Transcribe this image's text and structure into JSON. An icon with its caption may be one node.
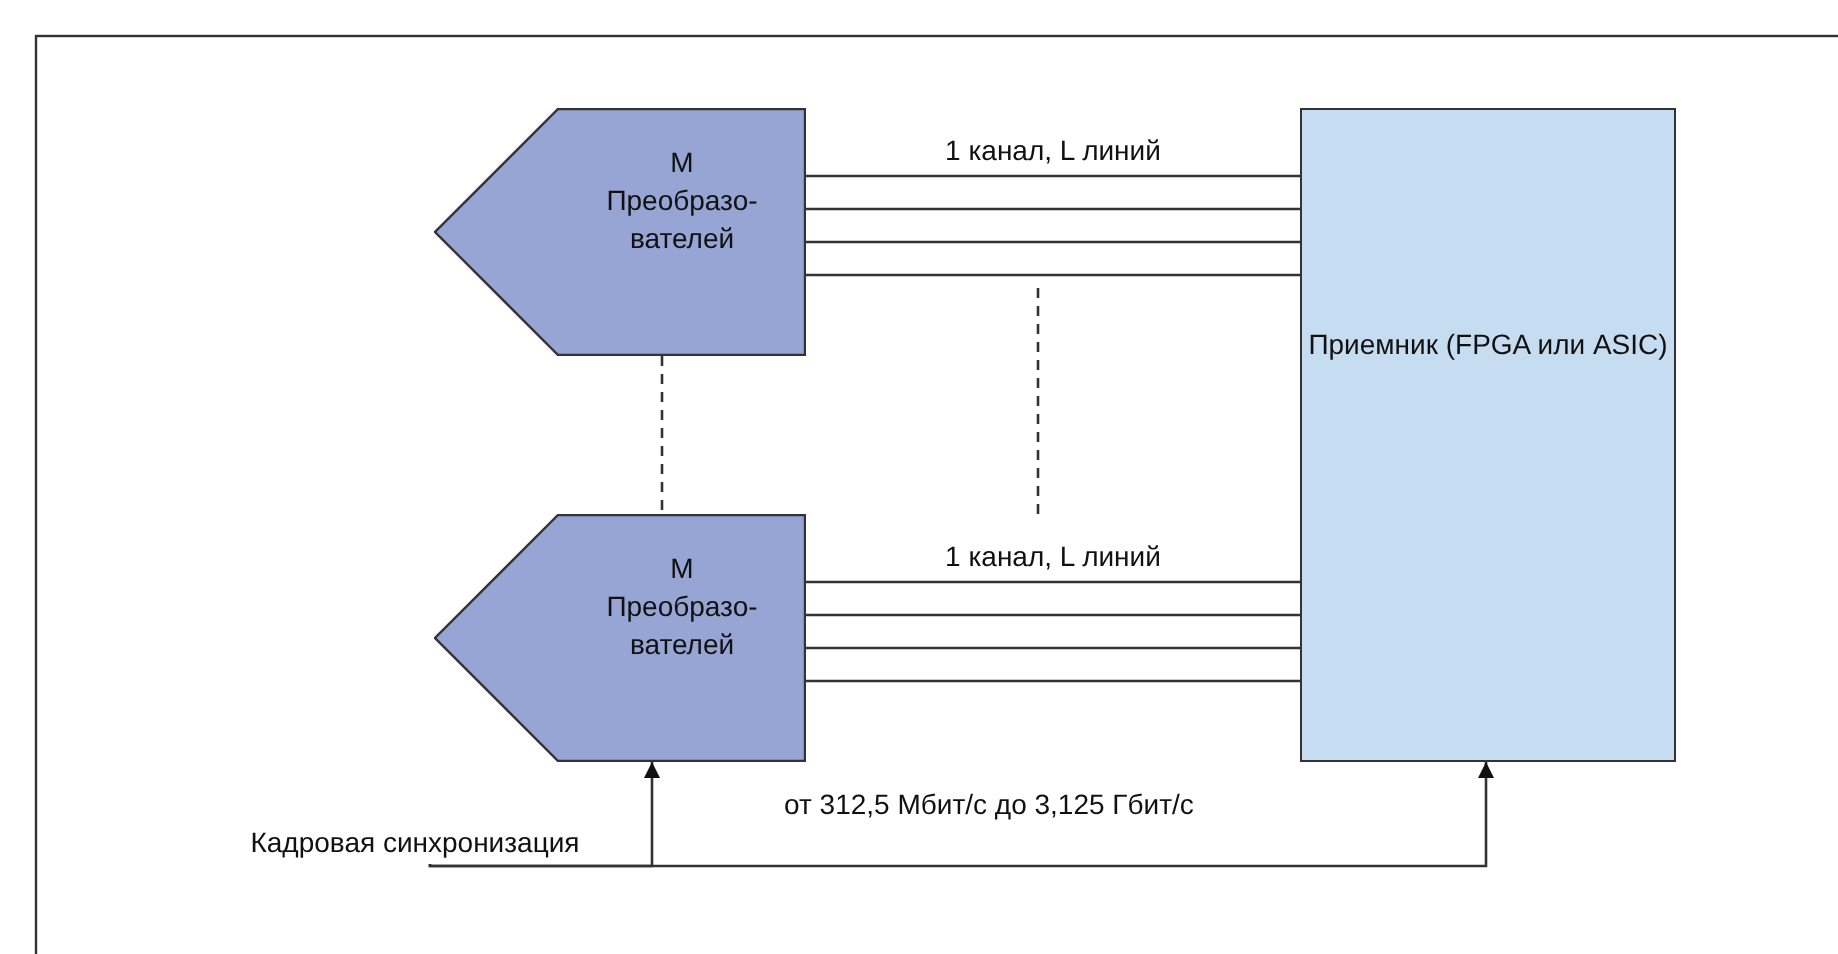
{
  "diagram": {
    "nodes": [
      {
        "text": [
          "M Преобразо- вателей"
        ]
      },
      {
        "text": [
          "M Преобразо- вателей"
        ]
      },
      {
        "text": [
          "Приемник (FPGA или ASIC)"
        ]
      },
      {
        "text": [
          "Кадровая синхронизация"
        ]
      }
    ],
    "edges": [
      {
        "from": 0,
        "to": 2,
        "arrow": "none",
        "label": "1 канал, L линий"
      },
      {
        "from": 0,
        "to": 2,
        "arrow": "none"
      },
      {
        "from": 0,
        "to": 2,
        "arrow": "none"
      },
      {
        "from": 0,
        "to": 2,
        "arrow": "none"
      },
      {
        "from": 1,
        "to": 2,
        "arrow": "none",
        "label": "1 канал, L линий"
      },
      {
        "from": 1,
        "to": 2,
        "arrow": "none"
      },
      {
        "from": 1,
        "to": 2,
        "arrow": "none"
      },
      {
        "from": 1,
        "to": 2,
        "arrow": "none"
      },
      {
        "from": 0,
        "to": 1,
        "arrow": "none",
        "style": "dashed"
      },
      {
        "from": 3,
        "to": 1,
        "arrow": "to"
      },
      {
        "from": 3,
        "to": 2,
        "arrow": "to"
      }
    ],
    "labels": [
      "от 312,5 Мбит/с до 3,125 Гбит/с"
    ]
  }
}
